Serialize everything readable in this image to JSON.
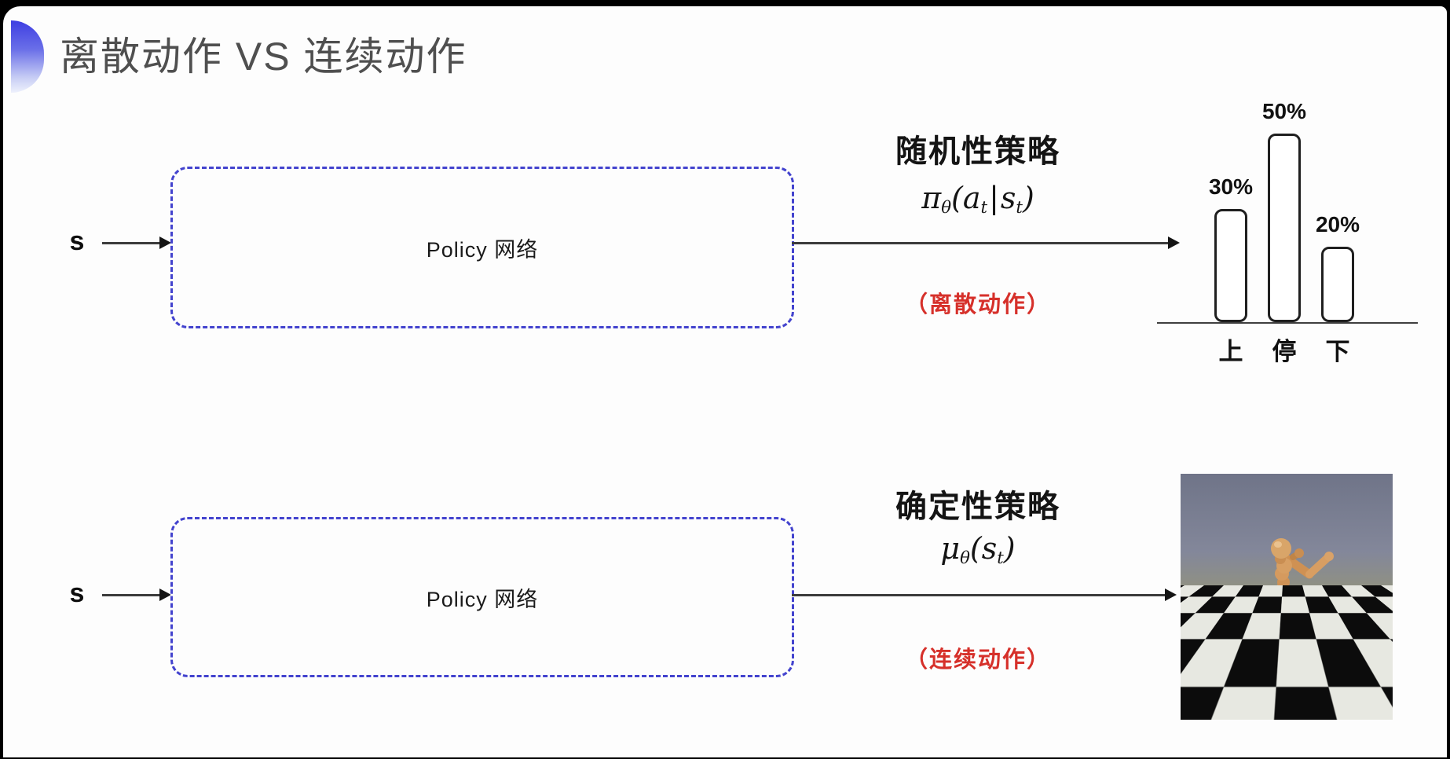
{
  "header": {
    "title": "离散动作 VS 连续动作",
    "title_color": "#4f4f4f",
    "accent_color_top": "#3e3ee2",
    "accent_color_bottom": "#eef1fc"
  },
  "row_stochastic": {
    "input_label": "s",
    "policy_box_label": "Policy 网络",
    "policy_type_title": "随机性策略",
    "formula_text": "πθ(at|st)",
    "formula": {
      "f1": "π",
      "f2": "θ",
      "f3": "(",
      "f4": "a",
      "f5": "t",
      "f6": "|",
      "f7": "s",
      "f8": "t",
      "f9": ")"
    },
    "action_note": "（离散动作）",
    "action_note_color": "#d6302a"
  },
  "row_deterministic": {
    "input_label": "s",
    "policy_box_label": "Policy 网络",
    "policy_type_title": "确定性策略",
    "formula_text": "μθ(st)",
    "formula": {
      "f1": "μ",
      "f2": "θ",
      "f3": "(",
      "f4": "s",
      "f5": "t",
      "f6": ")"
    },
    "action_note": "（连续动作）",
    "action_note_color": "#d6302a"
  },
  "chart_data": {
    "type": "bar",
    "categories": [
      "上",
      "停",
      "下"
    ],
    "values": [
      30,
      50,
      20
    ],
    "value_labels": [
      "30%",
      "50%",
      "20%"
    ],
    "title": "",
    "xlabel": "",
    "ylabel": "",
    "grid": false,
    "legend": false,
    "bar_style": {
      "fill": "#ffffff",
      "stroke": "#1f1f1f"
    }
  },
  "diagram_colors": {
    "dashed_box_border": "#4343ce",
    "arrow": "#141414",
    "text": "#1a1a1a"
  }
}
